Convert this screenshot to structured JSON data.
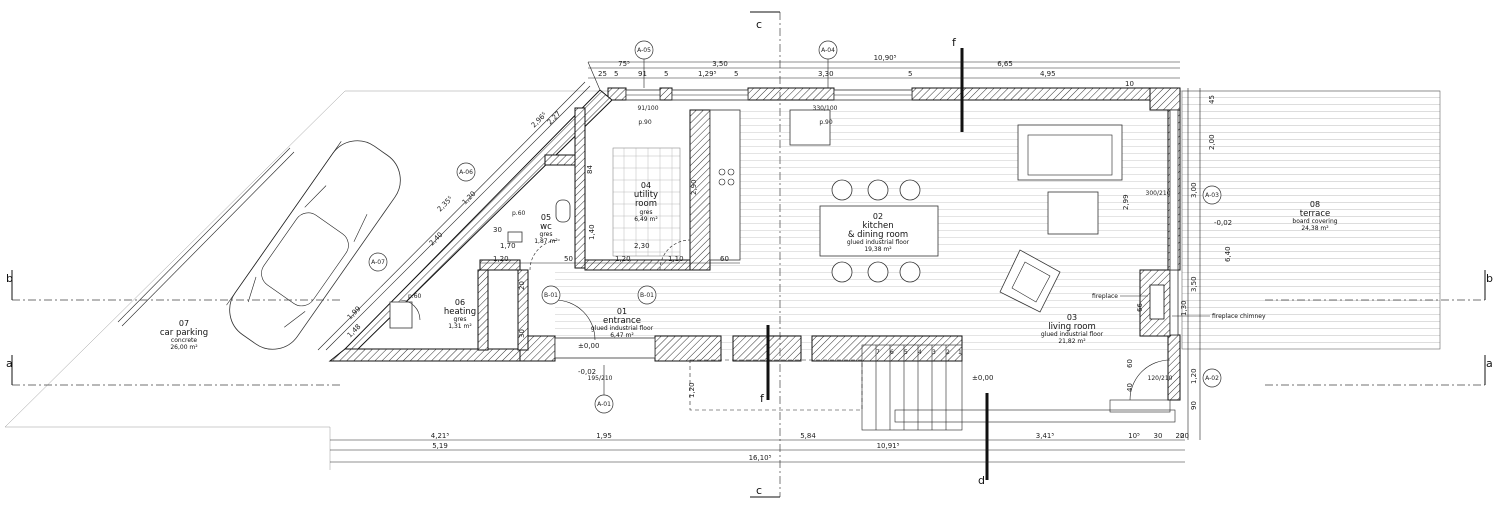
{
  "rooms": {
    "utility": {
      "number": "04",
      "name": "utility",
      "name2": "room",
      "finish": "gres",
      "area": "6,49 m²"
    },
    "kitchen": {
      "number": "02",
      "name": "kitchen",
      "name2": "& dining room",
      "finish": "glued industrial floor",
      "area": "19,38 m²"
    },
    "terrace": {
      "number": "08",
      "name": "terrace",
      "finish": "board covering",
      "area": "24,38 m²"
    },
    "wc": {
      "number": "05",
      "name": "wc",
      "finish": "gres",
      "area": "1,87 m²"
    },
    "heating": {
      "number": "06",
      "name": "heating",
      "finish": "gres",
      "area": "1,31 m²"
    },
    "entrance": {
      "number": "01",
      "name": "entrance",
      "finish": "glued industrial floor",
      "area": "6,47 m²"
    },
    "living": {
      "number": "03",
      "name": "living room",
      "finish": "glued industrial floor",
      "area": "21,82 m²"
    },
    "parking": {
      "number": "07",
      "name": "car parking",
      "finish": "concrete",
      "area": "26,00 m²"
    }
  },
  "annotations": {
    "fireplace": "fireplace",
    "chimney": "fireplace chimney"
  },
  "section_marks": {
    "a": "a",
    "b": "b",
    "c": "c",
    "d": "d",
    "f": "f"
  },
  "elevation_tags": {
    "a01": "A-01",
    "a02": "A-02",
    "a03": "A-03",
    "a04": "A-04",
    "a05": "A-05",
    "a06": "A-06",
    "a07": "A-07",
    "b01": "B-01"
  },
  "levels": {
    "entrance_floor": "±0,00",
    "outside_entrance": "-0,02",
    "terrace": "-0,02",
    "living_floor": "±0,00"
  },
  "dimensions": {
    "top_total": "10,90⁵",
    "top_mid": "3,50",
    "top_right": "6,65",
    "top_75": "75⁵",
    "top_row": [
      "25",
      "5",
      "91",
      "5",
      "1,29⁵",
      "5",
      "3,30",
      "5",
      "4,95",
      "10"
    ],
    "bottom_total": "16,10⁵",
    "bottom_row1": [
      "4,21⁵",
      "1,95",
      "5,84",
      "3,41⁵",
      "10⁵",
      "30",
      "20"
    ],
    "bottom_row2": [
      "5,19",
      "10,91⁵"
    ],
    "interior": [
      "1,20",
      "1,20",
      "1,10",
      "60",
      "50",
      "1,70",
      "30",
      "2,30",
      "2,90",
      "2,99",
      "84",
      "1,40"
    ],
    "right_side": [
      "45",
      "2,00",
      "3,00",
      "6,40",
      "3,50",
      "1,20",
      "90",
      "20"
    ],
    "diagonal": [
      "2,96⁵",
      "2,27",
      "2,35⁵",
      "1,20",
      "2,40",
      "1,99",
      "1,48"
    ],
    "windows": [
      "91/100",
      "330/100",
      "p.90",
      "p.90"
    ],
    "doors": [
      "195/210",
      "120/210",
      "300/210",
      "p.60",
      "p.60"
    ],
    "misc": [
      "30",
      "66",
      "1,30",
      "20",
      "60",
      "40",
      "1,20"
    ]
  },
  "stairs": [
    "7",
    "6",
    "5",
    "4",
    "3",
    "2",
    "1"
  ]
}
